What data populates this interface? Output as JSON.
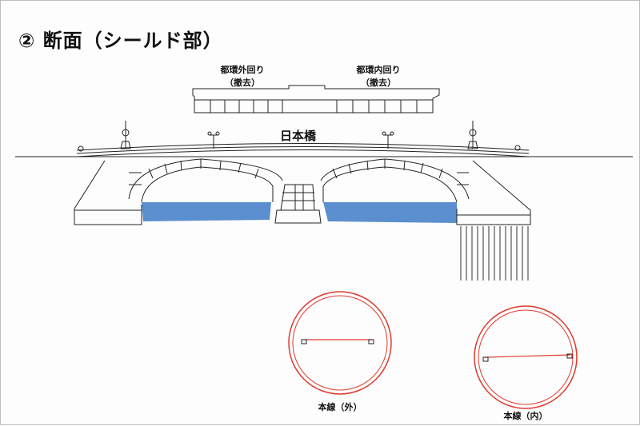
{
  "header": {
    "title": "② 断面（シールド部）"
  },
  "highway": {
    "outer_loop": {
      "line1": "都環外回り",
      "line2": "（撤去）"
    },
    "inner_loop": {
      "line1": "都環内回り",
      "line2": "（撤去）"
    }
  },
  "bridge": {
    "name": "日本橋"
  },
  "tunnels": [
    {
      "caption": "本線（外）"
    },
    {
      "caption": "本線（内）"
    }
  ],
  "colors": {
    "water": "#5b8fd0",
    "tunnel_ring": "#e03a2e",
    "line": "#222222",
    "background": "#fdfdfd"
  }
}
